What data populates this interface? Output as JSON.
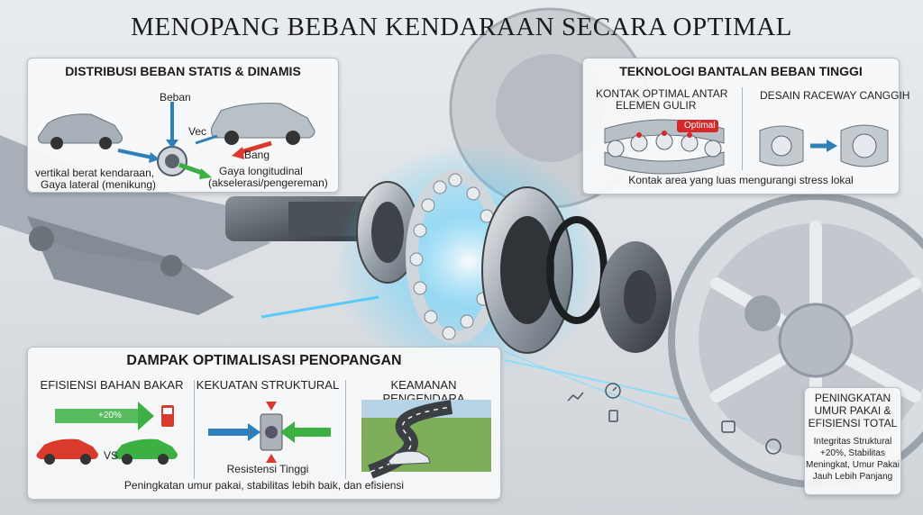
{
  "title": "MENOPANG BEBAN KENDARAAN SECARA OPTIMAL",
  "distribusi": {
    "heading": "DISTRIBUSI BEBAN STATIS & DINAMIS",
    "beban": "Beban",
    "vec": "Vec",
    "bang": "Bang",
    "vertikal_line1": "vertikal berat kendaraan,",
    "vertikal_line2": "Gaya lateral (menikung)",
    "longitudinal_line1": "Gaya longitudinal",
    "longitudinal_line2": "(akselerasi/pengereman)"
  },
  "teknologi": {
    "heading": "TEKNOLOGI BANTALAN BEBAN TINGGI",
    "kontak_line1": "KONTAK OPTIMAL ANTAR",
    "kontak_line2": "ELEMEN GULIR",
    "optimal_tag": "Optimal",
    "desain": "DESAIN RACEWAY CANGGIH",
    "caption": "Kontak area yang luas mengurangi stress lokal"
  },
  "dampak": {
    "heading": "DAMPAK OPTIMALISASI PENOPANGAN",
    "efisiensi": "EFISIENSI BAHAN BAKAR",
    "efisiensi_pct": "+20%",
    "vs": "VS",
    "kekuatan": "KEKUATAN STRUKTURAL",
    "resistensi": "Resistensi Tinggi",
    "keamanan": "KEAMANAN PENGENDARA",
    "caption": "Peningkatan umur pakai, stabilitas lebih baik, dan efisiensi"
  },
  "peningkatan": {
    "heading_line1": "PENINGKATAN",
    "heading_line2": "UMUR PAKAI &",
    "heading_line3": "EFISIENSI TOTAL",
    "body_line1": "Integritas Struktural",
    "body_line2": "+20%, Stabilitas",
    "body_line3": "Meningkat, Umur Pakai",
    "body_line4": "Jauh Lebih Panjang"
  },
  "colors": {
    "glow": "#39c6ff",
    "arrow_red": "#d93a2b",
    "arrow_green": "#3cb043",
    "arrow_blue": "#2f7fb8",
    "optimal_red": "#d62828"
  }
}
